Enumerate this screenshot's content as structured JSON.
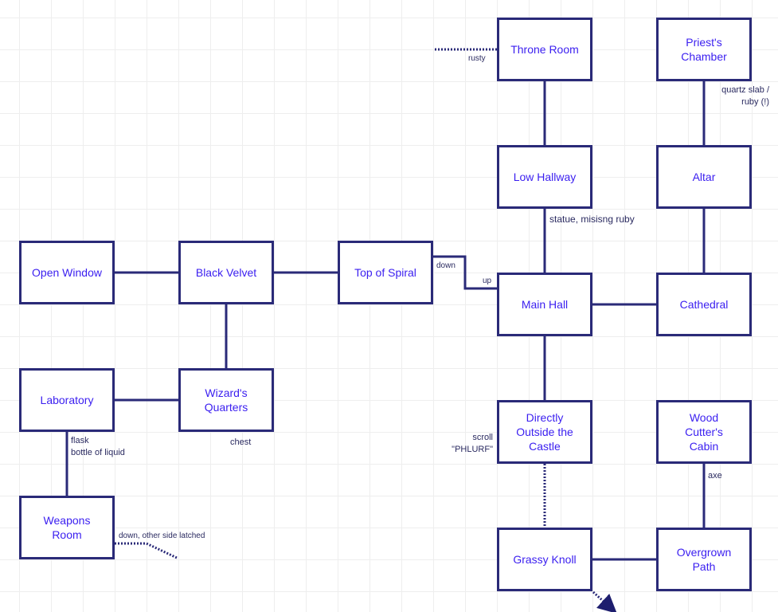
{
  "map": {
    "rooms": {
      "throne_room": "Throne Room",
      "priests_chamber": "Priest's\nChamber",
      "low_hallway": "Low Hallway",
      "altar": "Altar",
      "open_window": "Open Window",
      "black_velvet": "Black Velvet",
      "top_of_spiral": "Top of Spiral",
      "main_hall": "Main Hall",
      "cathedral": "Cathedral",
      "laboratory": "Laboratory",
      "wizards_quarters": "Wizard's\nQuarters",
      "directly_outside_castle": "Directly\nOutside the\nCastle",
      "wood_cutters_cabin": "Wood\nCutter's\nCabin",
      "weapons_room": "Weapons\nRoom",
      "grassy_knoll": "Grassy Knoll",
      "overgrown_path": "Overgrown\nPath"
    },
    "notes": {
      "rusty": "rusty",
      "quartz_slab": "quartz slab /\nruby (!)",
      "statue": "statue, misisng ruby",
      "down": "down",
      "up": "up",
      "chest": "chest",
      "flask": "flask\nbottle of liquid",
      "scroll": "scroll\n\"PHLURF\"",
      "axe": "axe",
      "down_latched": "down, other side latched"
    },
    "colors": {
      "border": "#2a2a78",
      "room_text": "#3a1ef0",
      "note_text": "#2a2a60",
      "grid": "#eeeeee"
    }
  }
}
